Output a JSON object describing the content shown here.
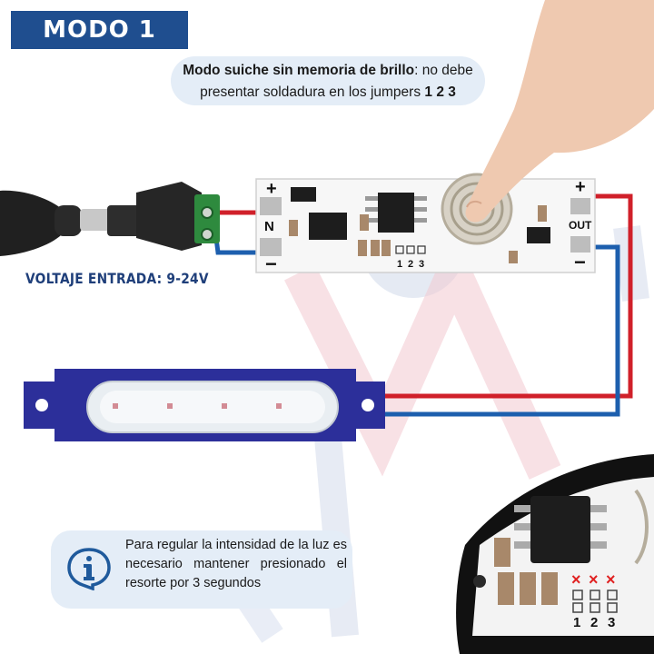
{
  "title": "MODO 1",
  "mode_note": {
    "label": "Modo suiche sin memoria de brillo",
    "text": ": no debe presentar soldadura en los jumpers",
    "jumpers": "1 2 3"
  },
  "voltage_label": "VOLTAJE ENTRADA: 9-24V",
  "info": {
    "icon": "info-icon",
    "text": "Para regular la intensidad de la luz es necesario mantener presionado el resorte por 3 segundos"
  },
  "board": {
    "plus_left": "+",
    "n_label": "N",
    "minus_left": "−",
    "plus_right": "+",
    "out_label": "OUT",
    "minus_right": "−",
    "jumper_numbers": [
      "1",
      "2",
      "3"
    ]
  },
  "zoom": {
    "marks": [
      "×",
      "×",
      "×"
    ],
    "jumper_numbers": [
      "1",
      "2",
      "3"
    ]
  },
  "colors": {
    "banner": "#1f4e8f",
    "wire_red": "#d0202a",
    "wire_blue": "#1d5fae",
    "module_blue": "#2c2f9a"
  }
}
